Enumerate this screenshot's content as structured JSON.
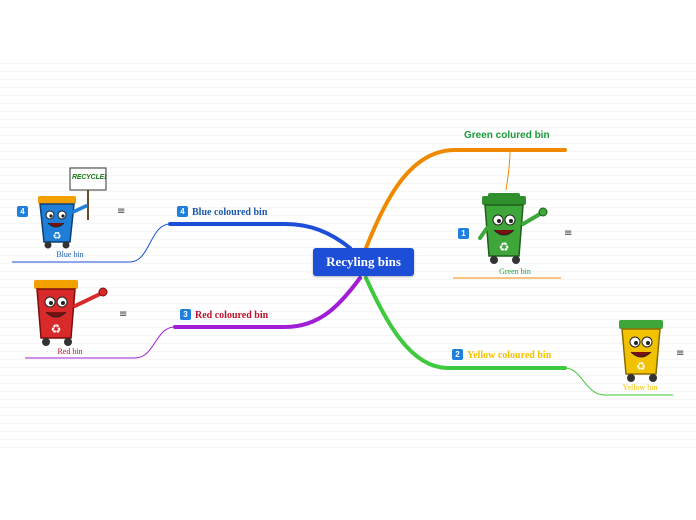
{
  "center": {
    "label": "Recyling bins",
    "color": "#1d4ed8"
  },
  "branches": [
    {
      "id": "green",
      "label": "Green colured bin",
      "badge": "",
      "color": "#ef8a00",
      "text_color": "#1a9a3a",
      "image_badge": "1",
      "caption": "Green bin",
      "caption_color": "#1a9a3a",
      "bin_color": "#3fa73a",
      "note_icon": "≡"
    },
    {
      "id": "yellow",
      "label": "Yellow coloured bin",
      "badge": "2",
      "color": "#3ec93e",
      "text_color": "#f2c200",
      "image_badge": "",
      "caption": "Yellow bin",
      "caption_color": "#f2c200",
      "bin_color": "#f2c200",
      "note_icon": "≡"
    },
    {
      "id": "red",
      "label": "Red coloured bin",
      "badge": "3",
      "color": "#a01fd6",
      "text_color": "#b8132a",
      "image_badge": "",
      "caption": "Red bin",
      "caption_color": "#b8132a",
      "bin_color": "#d82a2a",
      "note_icon": "≡"
    },
    {
      "id": "blue",
      "label": "Blue coloured bin",
      "badge": "4",
      "color": "#1d4ed8",
      "text_color": "#1a5aa8",
      "image_badge": "4",
      "caption": "Blue bin",
      "caption_color": "#1a5aa8",
      "bin_color": "#1f7fd8",
      "note_icon": "≡",
      "sign": "RECYCLE!"
    }
  ],
  "icons": {
    "note": "notes-icon",
    "bin": "recycle-bin-icon",
    "badge": "priority-badge-icon"
  }
}
